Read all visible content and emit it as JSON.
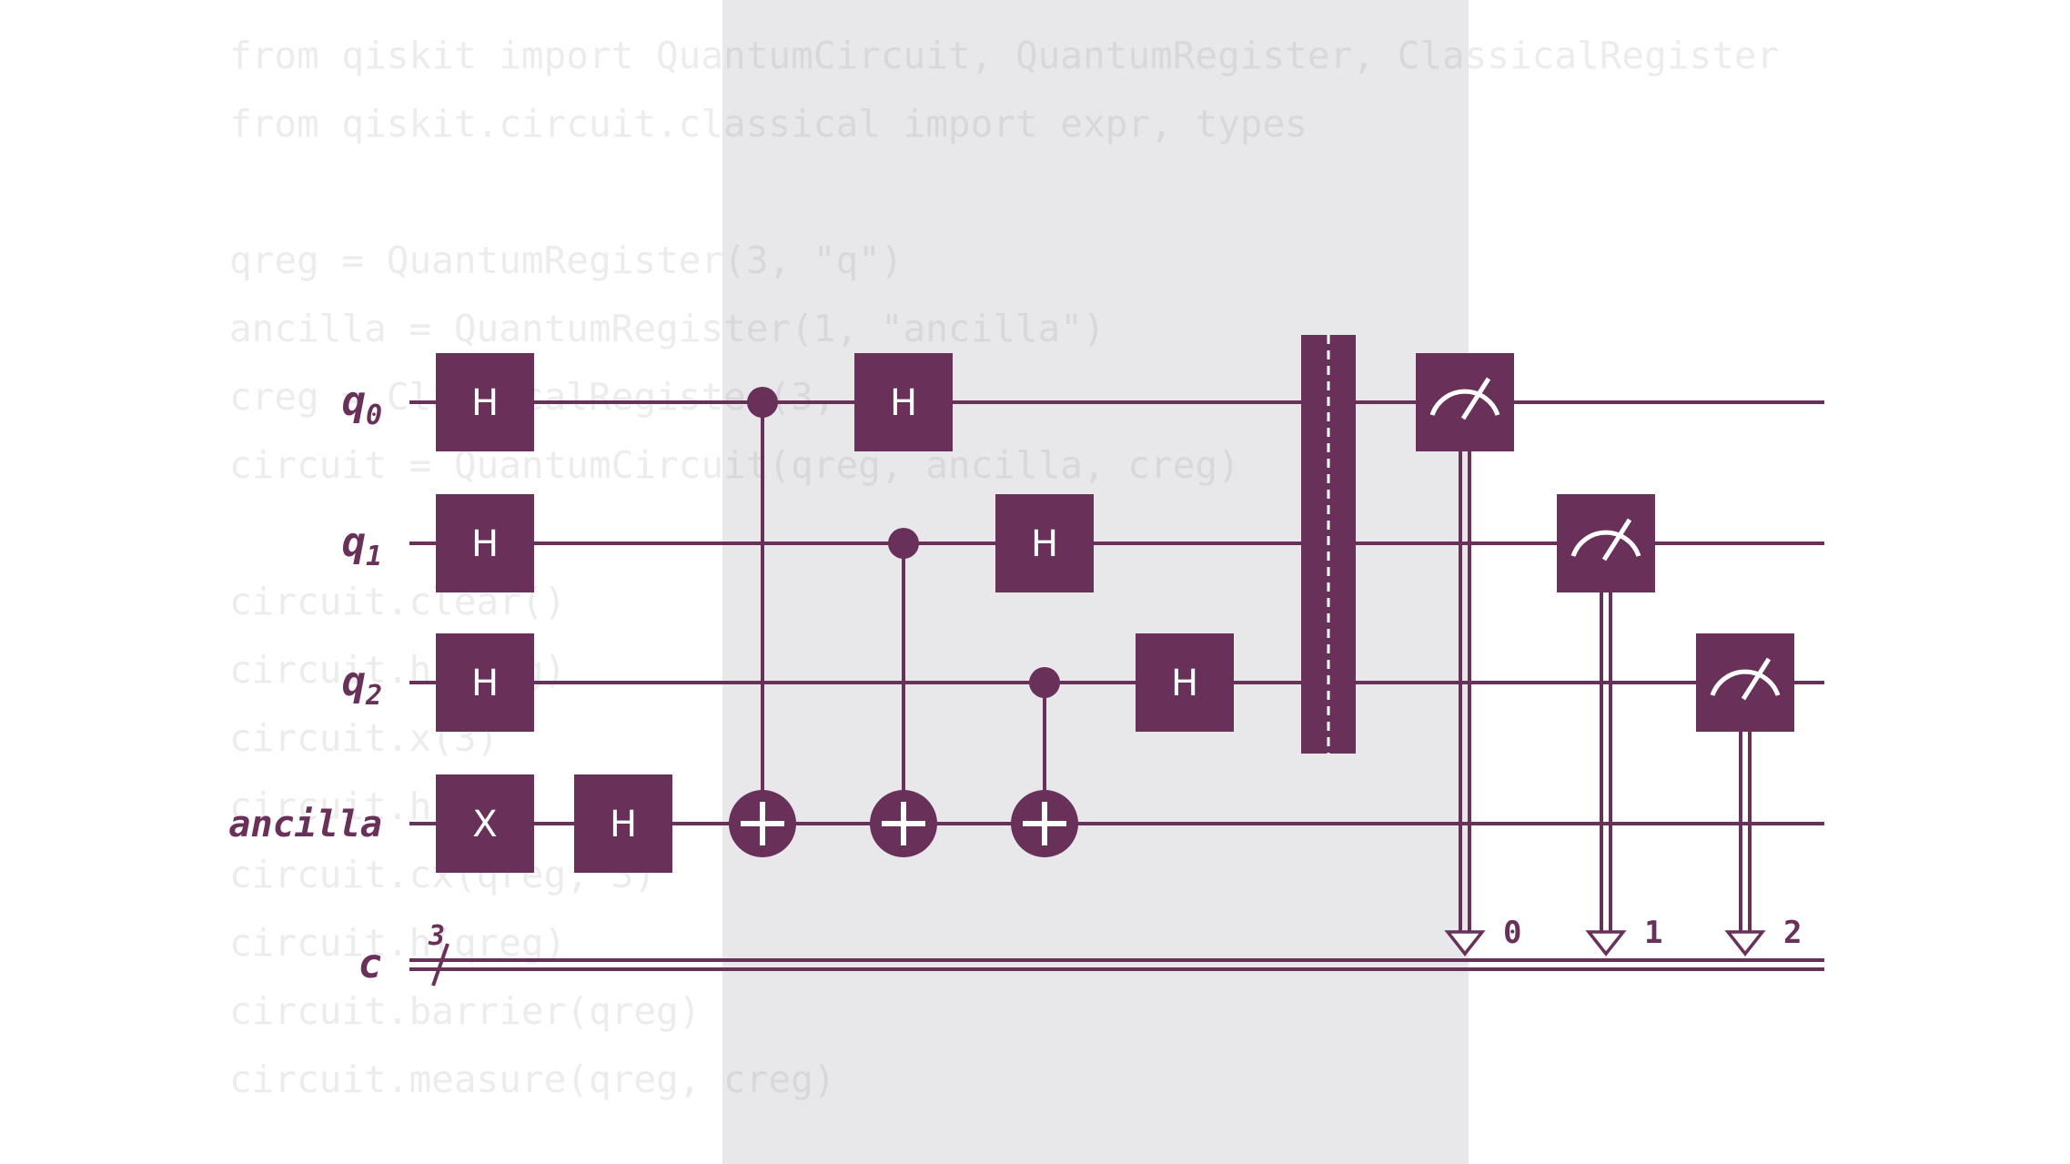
{
  "code_lines": [
    "from qiskit import QuantumCircuit, QuantumRegister, ClassicalRegister",
    "from qiskit.circuit.classical import expr, types",
    "",
    "qreg = QuantumRegister(3, \"q\")",
    "ancilla = QuantumRegister(1, \"ancilla\")",
    "creg = ClassicalRegister(3, \"c\")",
    "circuit = QuantumCircuit(qreg, ancilla, creg)",
    "",
    "circuit.clear()",
    "circuit.h(qreg)",
    "circuit.x(3)",
    "circuit.h(3)",
    "circuit.cx(qreg, 3)",
    "circuit.h(qreg)",
    "circuit.barrier(qreg)",
    "circuit.measure(qreg, creg)"
  ],
  "registers": {
    "q0": {
      "name": "q",
      "index": "0"
    },
    "q1": {
      "name": "q",
      "index": "1"
    },
    "q2": {
      "name": "q",
      "index": "2"
    },
    "ancilla": {
      "name": "ancilla"
    },
    "c": {
      "name": "c",
      "size": "3"
    }
  },
  "gates": [
    {
      "label": "H",
      "wire": "q0",
      "column": 1
    },
    {
      "label": "H",
      "wire": "q1",
      "column": 1
    },
    {
      "label": "H",
      "wire": "q2",
      "column": 1
    },
    {
      "label": "X",
      "wire": "ancilla",
      "column": 1
    },
    {
      "label": "H",
      "wire": "ancilla",
      "column": 2
    },
    {
      "label": "H",
      "wire": "q0",
      "column": 4
    },
    {
      "label": "H",
      "wire": "q1",
      "column": 5
    },
    {
      "label": "H",
      "wire": "q2",
      "column": 6
    }
  ],
  "cnots": [
    {
      "control": "q0",
      "target": "ancilla",
      "column": 3
    },
    {
      "control": "q1",
      "target": "ancilla",
      "column": 4
    },
    {
      "control": "q2",
      "target": "ancilla",
      "column": 5
    }
  ],
  "barrier": {
    "wires": [
      "q0",
      "q1",
      "q2"
    ]
  },
  "measurements": [
    {
      "wire": "q0",
      "bit": "0"
    },
    {
      "wire": "q1",
      "bit": "1"
    },
    {
      "wire": "q2",
      "bit": "2"
    }
  ],
  "colors": {
    "gate": "#69305a",
    "wire": "#69305a",
    "label_on_gate": "#ffffff",
    "highlight_band": "#e8e8ea",
    "background": "#ffffff",
    "background_code": "rgba(120,120,132,0.14)"
  }
}
